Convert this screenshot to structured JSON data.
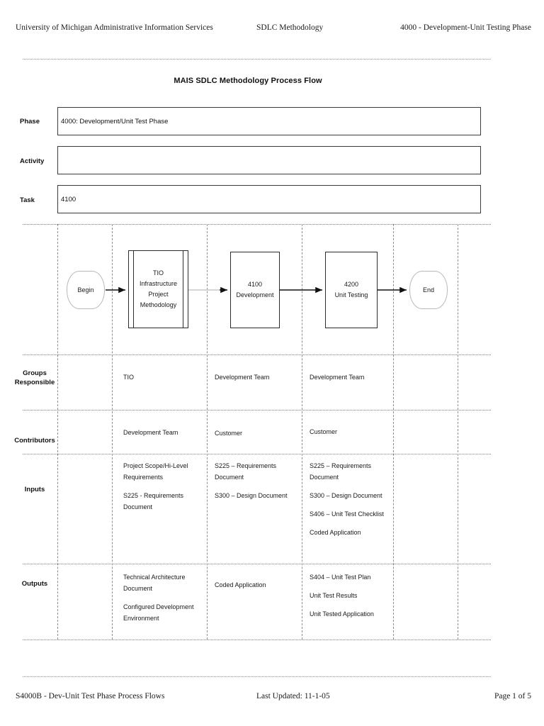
{
  "header": {
    "left": "University of Michigan Administrative Information Services",
    "center": "SDLC Methodology",
    "right": "4000 - Development-Unit Testing Phase"
  },
  "footer": {
    "left": "S4000B - Dev-Unit Test Phase Process Flows",
    "center": "Last Updated: 11-1-05",
    "right": "Page 1 of 5"
  },
  "title": "MAIS SDLC Methodology Process Flow",
  "banners": {
    "phase_label": "Phase",
    "phase_value": "4000:  Development/Unit Test Phase",
    "activity_label": "Activity",
    "activity_value": "",
    "task_label": "Task",
    "task_value": "4100"
  },
  "flow": {
    "begin": "Begin",
    "subprocess": {
      "l1": "TIO",
      "l2": "Infrastructure",
      "l3": "Project",
      "l4": "Methodology"
    },
    "step1": {
      "l1": "4100",
      "l2": "Development"
    },
    "step2": {
      "l1": "4200",
      "l2": "Unit Testing"
    },
    "end": "End"
  },
  "matrix": {
    "row_labels": {
      "groups": {
        "l1": "Groups",
        "l2": "Responsible"
      },
      "contributors": "Contributors",
      "inputs": "Inputs",
      "outputs": "Outputs"
    },
    "groups_responsible": {
      "col2": "TIO",
      "col3": "Development Team",
      "col4": "Development Team"
    },
    "contributors": {
      "col2": "Development Team",
      "col3": "Customer",
      "col4": "Customer"
    },
    "inputs": {
      "col2": [
        "Project Scope/Hi-Level",
        "Requirements",
        "",
        "S225 - Requirements",
        "Document"
      ],
      "col3": [
        "S225 – Requirements",
        "Document",
        "",
        "S300 – Design Document"
      ],
      "col4": [
        "S225 – Requirements",
        "Document",
        "",
        "S300 – Design Document",
        "",
        "S406 – Unit Test Checklist",
        "",
        "Coded Application"
      ]
    },
    "outputs": {
      "col2": [
        "Technical Architecture",
        "Document",
        "",
        "Configured Development",
        "Environment"
      ],
      "col3": [
        "Coded Application"
      ],
      "col4": [
        "S404 – Unit Test Plan",
        "",
        "Unit Test Results",
        "",
        "Unit Tested Application"
      ]
    }
  },
  "colors": {
    "ink": "#111111",
    "rule": "#8b8b8b",
    "node_border": "#2b2b2b",
    "terminator_border": "#b9b9b9",
    "connector": "#111111",
    "connector_light": "#cfcfcf"
  }
}
